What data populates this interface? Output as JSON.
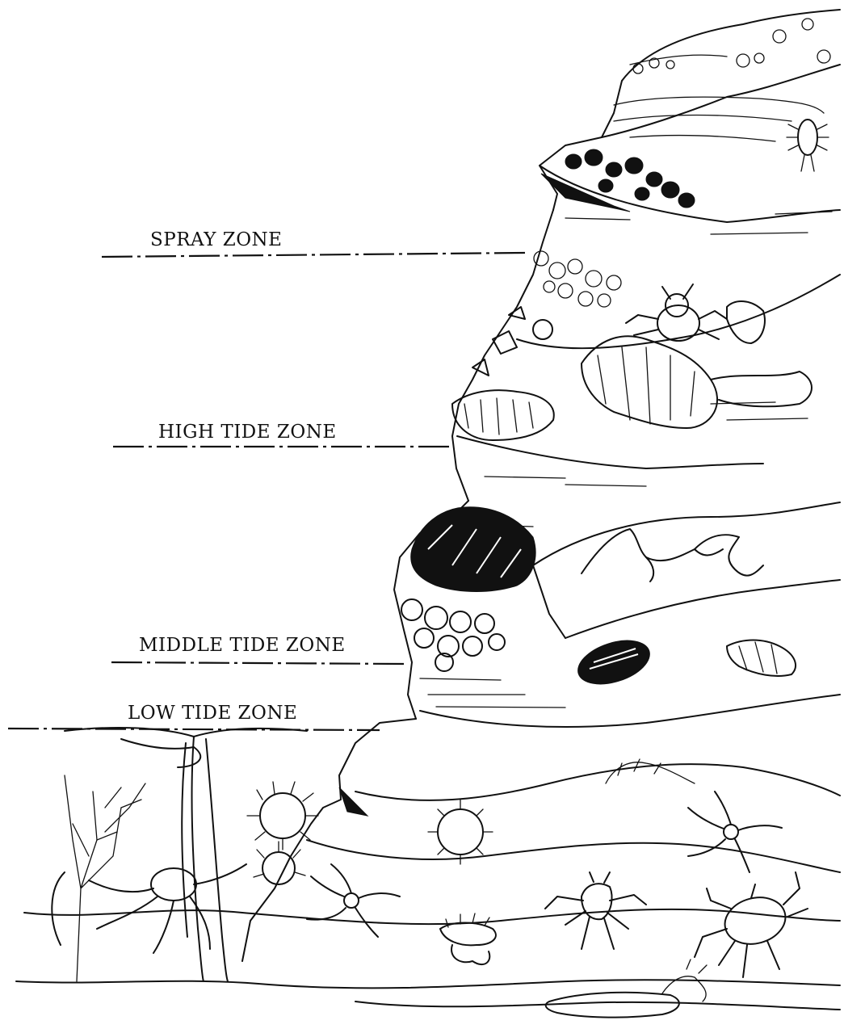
{
  "zones": {
    "spray": "SPRAY ZONE",
    "high": "HIGH TIDE ZONE",
    "middle": "MIDDLE TIDE ZONE",
    "low": "LOW TIDE ZONE"
  },
  "colors": {
    "ink": "#111111",
    "background": "#ffffff"
  }
}
